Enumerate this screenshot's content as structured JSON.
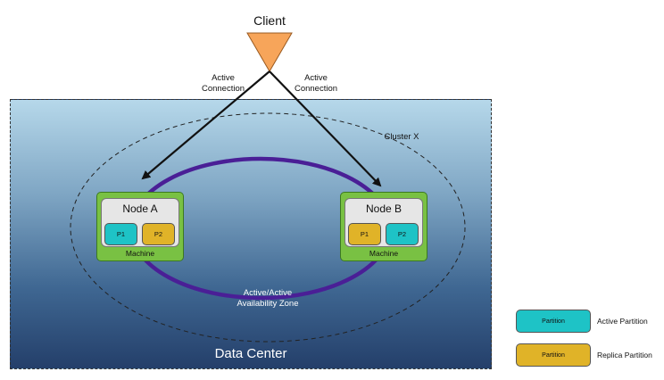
{
  "client": {
    "label": "Client"
  },
  "connections": [
    {
      "label": "Active Connection",
      "line1": "Active",
      "line2": "Connection"
    },
    {
      "label": "Active Connection",
      "line1": "Active",
      "line2": "Connection"
    }
  ],
  "cluster": {
    "label": "Cluster X"
  },
  "datacenter": {
    "label": "Data Center"
  },
  "zone": {
    "line1": "Active/Active",
    "line2": "Availability Zone"
  },
  "nodes": [
    {
      "title": "Node A",
      "machine": "Machine",
      "partitions": [
        {
          "label": "P1",
          "kind": "active"
        },
        {
          "label": "P2",
          "kind": "replica"
        }
      ]
    },
    {
      "title": "Node B",
      "machine": "Machine",
      "partitions": [
        {
          "label": "P1",
          "kind": "replica"
        },
        {
          "label": "P2",
          "kind": "active"
        }
      ]
    }
  ],
  "legend": [
    {
      "box_label": "Partition",
      "text": "Active Partition",
      "kind": "active"
    },
    {
      "box_label": "Partition",
      "text": "Replica Partition",
      "kind": "replica"
    }
  ],
  "colors": {
    "active": "#1ec3c6",
    "replica": "#e0b328",
    "machine": "#79c143",
    "ring": "#4a1f96",
    "client": "#f7a55a"
  }
}
